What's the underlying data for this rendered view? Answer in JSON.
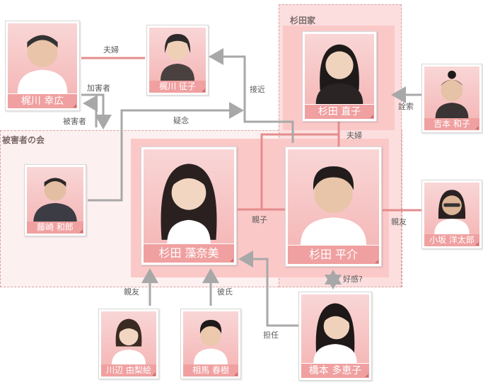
{
  "groups": {
    "sugita_family": "杉田家",
    "victims_group": "被害者の会"
  },
  "people": {
    "kajikawa_yukihiro": "梶川 幸広",
    "kajikawa_seiko": "梶川 征子",
    "sugita_naoko": "杉田 直子",
    "yoshimoto_kazuko": "吉本 和子",
    "fujisaki_kazuo": "藤崎 和郎",
    "sugita_kanami": "杉田 藻奈美",
    "sugita_heisuke": "杉田 平介",
    "kosaka_yotaro": "小坂 洋太郎",
    "kawabe_yurie": "川辺 由梨絵",
    "soma_haruki": "相馬 春樹",
    "hashimoto_taeko": "橋本 多恵子"
  },
  "relations": {
    "spouse_kajikawa": "夫婦",
    "assailant": "加害者",
    "victim": "被害者",
    "approach": "接近",
    "suspicion": "疑念",
    "investigation": "詮索",
    "spouse_sugita": "夫婦",
    "parent_child": "親子",
    "best_friend_right": "親友",
    "affection": "好感?",
    "best_friend_bottom": "親友",
    "boyfriend": "彼氏",
    "homeroom_teacher": "担任"
  },
  "colors": {
    "accent_pink": "#f0a0a0",
    "group_fill": "#fcdede",
    "inner_fill": "#fbc8c8",
    "line_pink": "#e58c8c",
    "arrow_gray": "#a8a8a8"
  }
}
